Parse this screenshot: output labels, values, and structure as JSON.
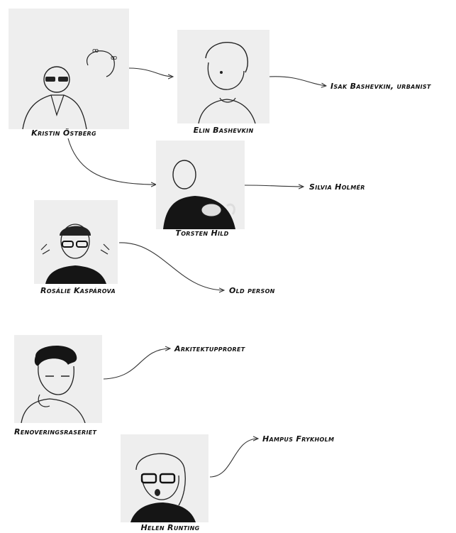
{
  "nodes": {
    "kristin": "Kristin Östberg",
    "elin": "Elin Bashevkin",
    "isak": "Isak Bashevkin, urbanist",
    "torsten": "Torsten Hild",
    "silvia": "Silvia Holmér",
    "rosalie": "Rosálie Kaspárova",
    "old": "Old person",
    "renov": "Renoveringsraseriet",
    "arkitekt": "Arkitektupproret",
    "helen": "Helen Runting",
    "hampus": "Hampus Frykholm"
  },
  "colors": {
    "line": "#333333",
    "portrait_bg": "#eeeeee"
  }
}
